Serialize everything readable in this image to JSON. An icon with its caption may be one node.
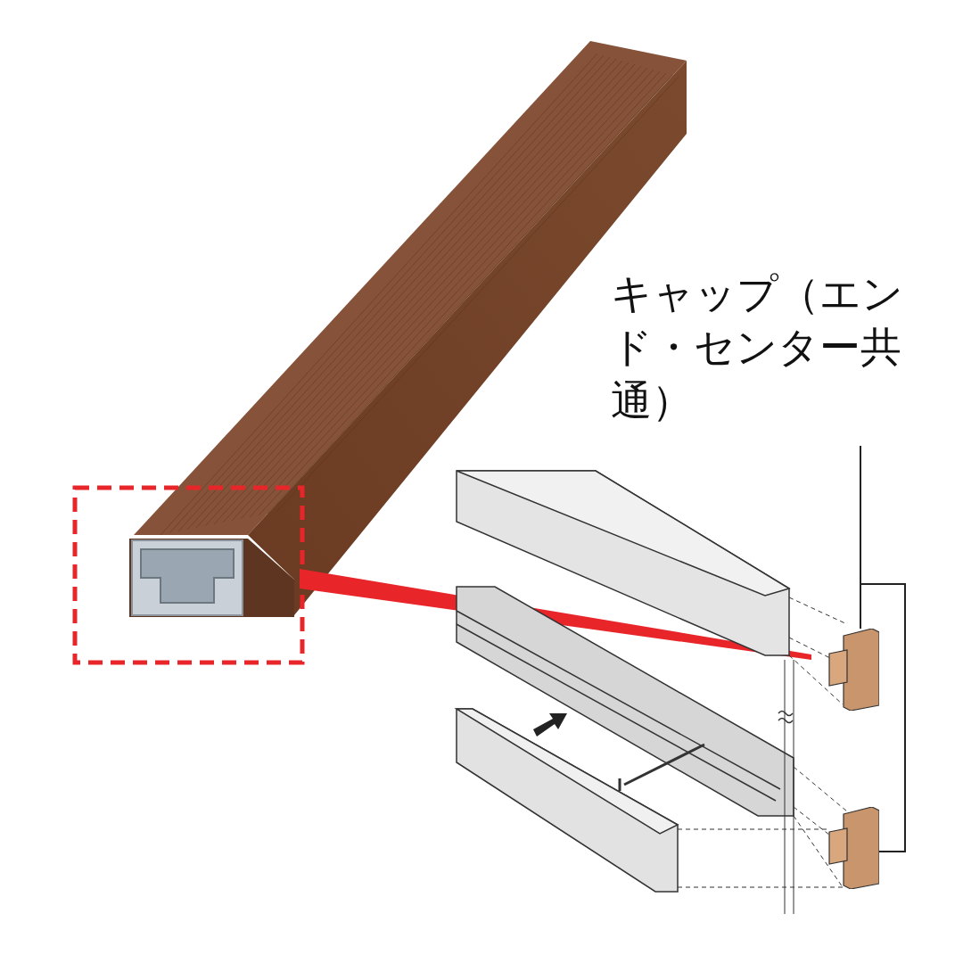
{
  "diagram": {
    "nodes": [
      {
        "text": [
          "キャップ（エンド・センター共通）"
        ]
      },
      {
        "text": [],
        "shape": "box"
      },
      {
        "text": [],
        "shape": "box"
      }
    ],
    "edges": [
      {
        "from": 0,
        "to": 1,
        "arrow": "none"
      },
      {
        "from": 0,
        "to": 2,
        "arrow": "none"
      }
    ]
  }
}
